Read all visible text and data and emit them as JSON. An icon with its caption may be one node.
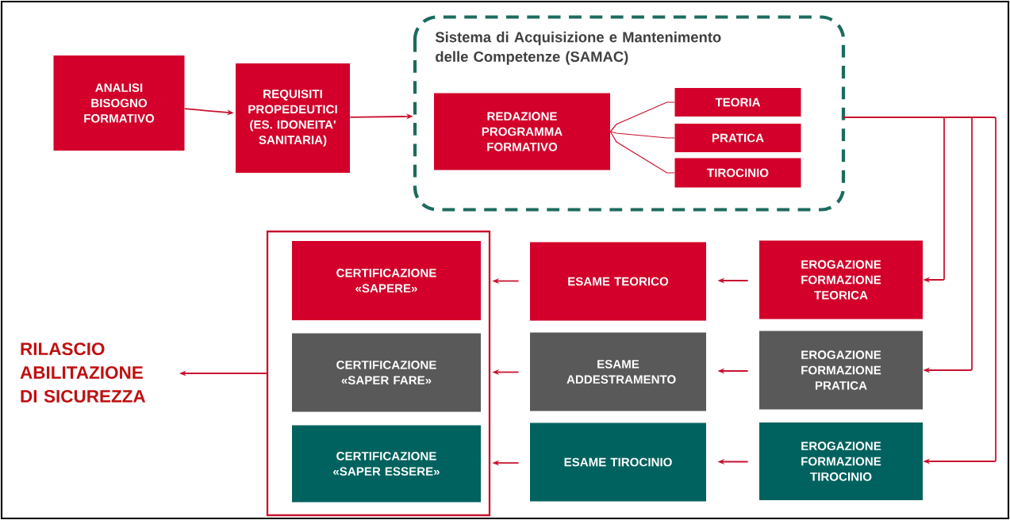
{
  "diagram": {
    "nodes": [
      {
        "text": [
          "ANALISI BISOGNO FORMATIVO"
        ]
      },
      {
        "text": [
          "REQUISITI PROPEDEUTICI (ES. IDONEITA' SANITARIA)"
        ]
      },
      {
        "text": [
          "Sistema di Acquisizione e Mantenimento delle Competenze (SAMAC)"
        ]
      },
      {
        "text": [
          "REDAZIONE PROGRAMMA FORMATIVO"
        ],
        "in": 2
      },
      {
        "text": [
          "TEORIA"
        ],
        "in": 2
      },
      {
        "text": [
          "PRATICA"
        ],
        "in": 2
      },
      {
        "text": [
          "TIROCINIO"
        ],
        "in": 2
      },
      {
        "text": [
          "RILASCIO ABILITAZIONE DI SICUREZZA"
        ]
      },
      {
        "text": [],
        "shape": "box"
      },
      {
        "text": [
          "CERTIFICAZIONE «SAPERE»"
        ],
        "in": 8
      },
      {
        "text": [
          "ESAME TEORICO"
        ]
      },
      {
        "text": [
          "EROGAZIONE FORMAZIONE TEORICA"
        ]
      },
      {
        "text": [
          "CERTIFICAZIONE «SAPER FARE»"
        ],
        "in": 8
      },
      {
        "text": [
          "ESAME ADDESTRAMENTO"
        ]
      },
      {
        "text": [
          "EROGAZIONE FORMAZIONE PRATICA"
        ]
      },
      {
        "text": [
          "CERTIFICAZIONE «SAPER ESSERE»"
        ],
        "in": 8
      },
      {
        "text": [
          "ESAME TIROCINIO"
        ]
      },
      {
        "text": [
          "EROGAZIONE FORMAZIONE TIROCINIO"
        ]
      }
    ],
    "edges": [
      {
        "from": 0,
        "to": 1,
        "arrow": "to"
      },
      {
        "from": 1,
        "to": 2,
        "arrow": "to"
      },
      {
        "from": 3,
        "to": 4,
        "arrow": "none"
      },
      {
        "from": 3,
        "to": 5,
        "arrow": "none"
      },
      {
        "from": 3,
        "to": 6,
        "arrow": "none"
      },
      {
        "from": 2,
        "to": 11,
        "arrow": "to"
      },
      {
        "from": 2,
        "to": 14,
        "arrow": "to"
      },
      {
        "from": 2,
        "to": 17,
        "arrow": "to"
      },
      {
        "from": 11,
        "to": 10,
        "arrow": "to"
      },
      {
        "from": 10,
        "to": 9,
        "arrow": "to"
      },
      {
        "from": 14,
        "to": 13,
        "arrow": "to"
      },
      {
        "from": 13,
        "to": 12,
        "arrow": "to"
      },
      {
        "from": 17,
        "to": 16,
        "arrow": "to"
      },
      {
        "from": 16,
        "to": 15,
        "arrow": "to"
      },
      {
        "from": 8,
        "to": 7,
        "arrow": "to"
      }
    ]
  }
}
